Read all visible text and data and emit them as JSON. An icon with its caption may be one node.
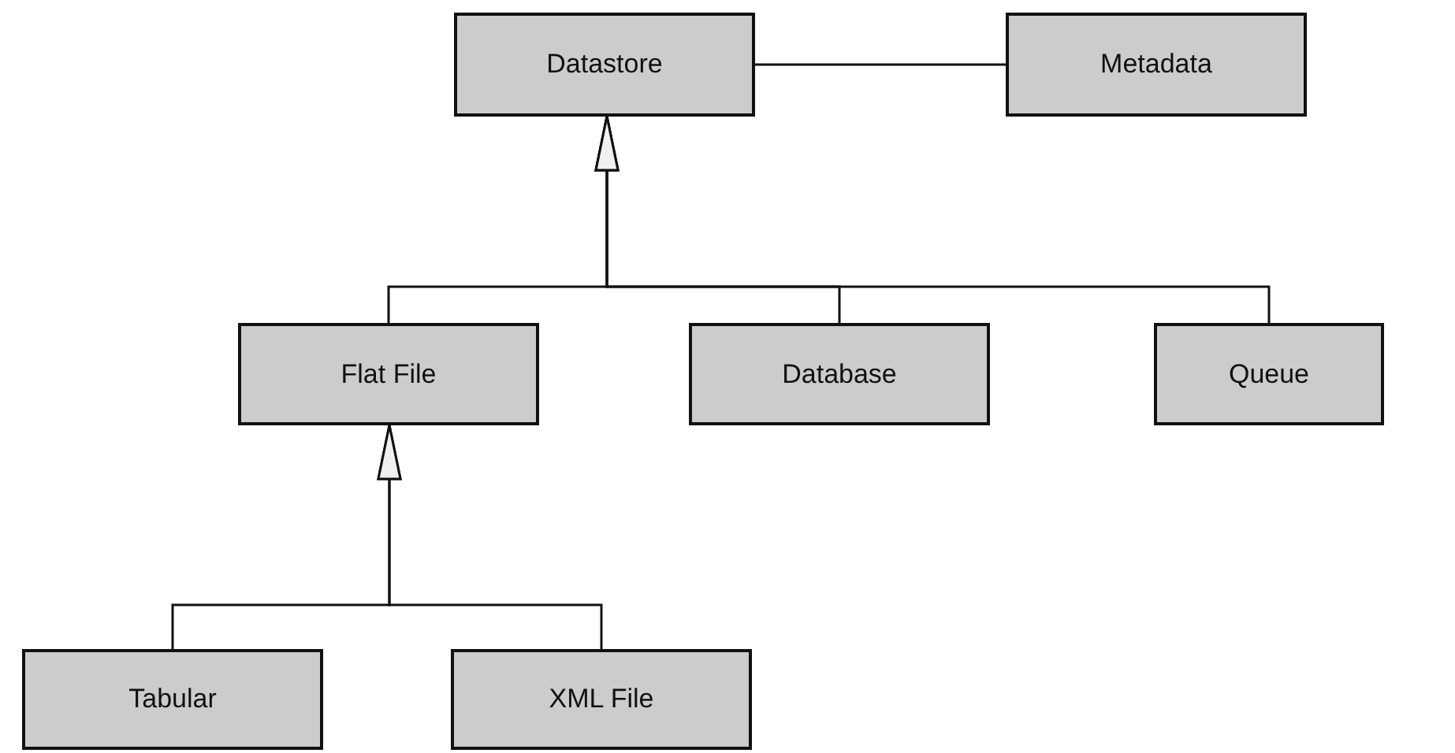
{
  "diagram": {
    "nodes": [
      {
        "text": [
          "Datastore"
        ]
      },
      {
        "text": [
          "Metadata"
        ]
      },
      {
        "text": [
          "Flat File"
        ]
      },
      {
        "text": [
          "Database"
        ]
      },
      {
        "text": [
          "Queue"
        ]
      },
      {
        "text": [
          "Tabular"
        ]
      },
      {
        "text": [
          "XML File"
        ]
      }
    ],
    "edges": [
      {
        "from": 0,
        "to": 1,
        "arrow": "none"
      },
      {
        "from": 2,
        "to": 0,
        "arrow": "to"
      },
      {
        "from": 3,
        "to": 0,
        "arrow": "to"
      },
      {
        "from": 4,
        "to": 0,
        "arrow": "to"
      },
      {
        "from": 5,
        "to": 2,
        "arrow": "to"
      },
      {
        "from": 6,
        "to": 2,
        "arrow": "to"
      }
    ]
  }
}
